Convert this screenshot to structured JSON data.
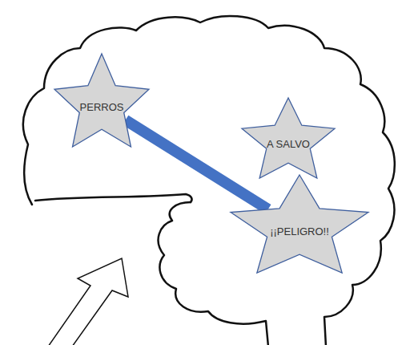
{
  "diagram": {
    "nodes": [
      {
        "text": [
          "PERROS"
        ]
      },
      {
        "text": [
          "A SALVO"
        ]
      },
      {
        "text": [
          "¡¡PELIGRO!!"
        ]
      }
    ],
    "edges": [
      {
        "from": 0,
        "to": 2,
        "arrow": "none"
      }
    ]
  }
}
